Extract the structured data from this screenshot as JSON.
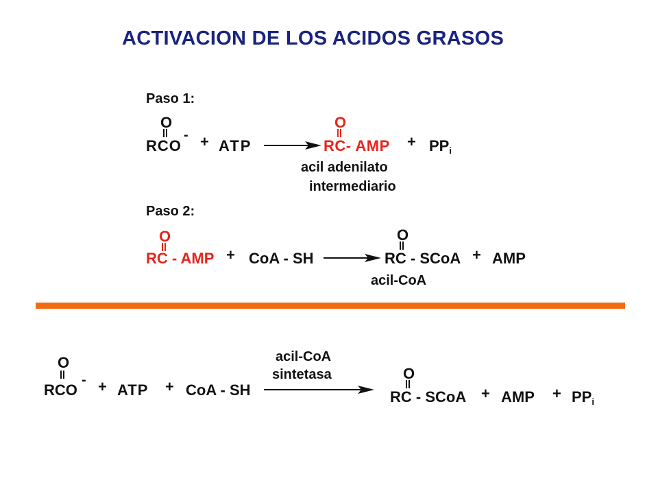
{
  "colors": {
    "title": "#1a237e",
    "highlight": "#e8241b",
    "separator": "#f26b0f",
    "text": "#111111"
  },
  "title": "ACTIVACION DE LOS ACIDOS GRASOS",
  "step1": {
    "label": "Paso 1:",
    "reactant1": {
      "oxygen": "O",
      "formula": "RCO",
      "charge": "-"
    },
    "plus1": "+",
    "reactant2": "ATP",
    "product1": {
      "oxygen": "O",
      "formula": "RC- AMP"
    },
    "plus2": "+",
    "product2": {
      "formula": "PP",
      "subscript": "i"
    },
    "note_line1": "acil adenilato",
    "note_line2": "intermediario"
  },
  "step2": {
    "label": "Paso 2:",
    "reactant1": {
      "oxygen": "O",
      "formula": "RC - AMP"
    },
    "plus1": "+",
    "reactant2": "CoA - SH",
    "product1": {
      "oxygen": "O",
      "formula": "RC - SCoA"
    },
    "plus2": "+",
    "product2": "AMP",
    "note": "acil-CoA"
  },
  "overall": {
    "reactant1": {
      "oxygen": "O",
      "formula": "RCO",
      "charge": "-"
    },
    "plus1": "+",
    "reactant2": "ATP",
    "plus2": "+",
    "reactant3": "CoA - SH",
    "enzyme_line1": "acil-CoA",
    "enzyme_line2": "sintetasa",
    "product1": {
      "oxygen": "O",
      "formula": "RC - SCoA"
    },
    "plus3": "+",
    "product2": "AMP",
    "plus4": "+",
    "product3": {
      "formula": "PP",
      "subscript": "i"
    }
  }
}
